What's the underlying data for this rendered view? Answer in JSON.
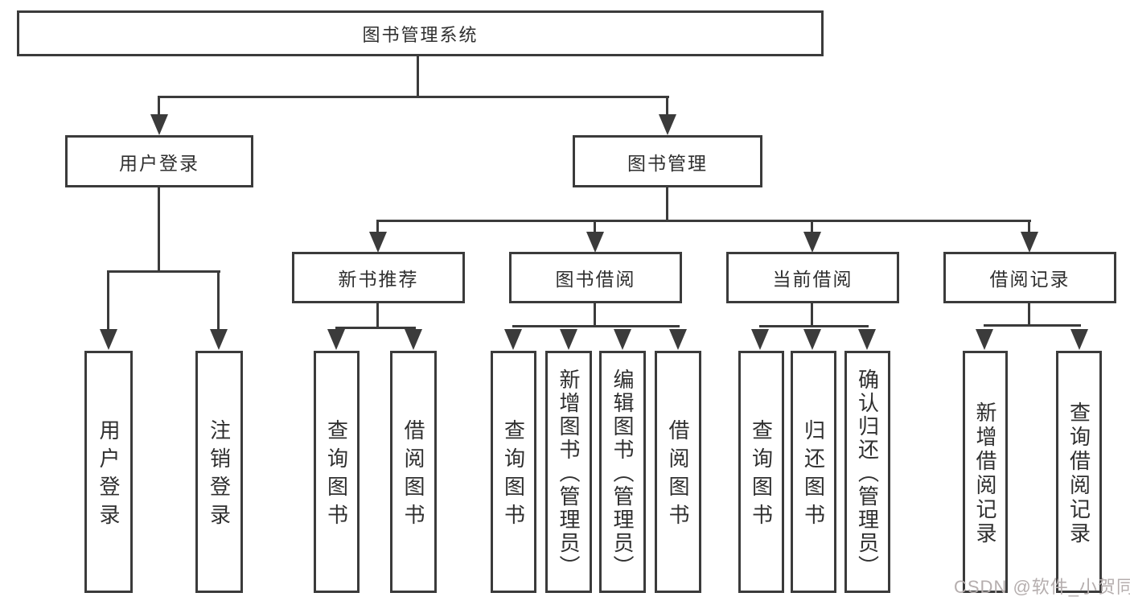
{
  "colors": {
    "line": "#3b3b3b",
    "text": "#2f2f2f",
    "watermark": "#b5aeae",
    "background": "#ffffff"
  },
  "tree": {
    "root": {
      "label": "图书管理系统"
    },
    "branches": [
      {
        "label": "用户登录",
        "leaves": [
          {
            "label": "用户登录"
          },
          {
            "label": "注销登录"
          }
        ]
      },
      {
        "label": "图书管理",
        "sections": [
          {
            "label": "新书推荐",
            "leaves": [
              {
                "label": "查询图书"
              },
              {
                "label": "借阅图书"
              }
            ]
          },
          {
            "label": "图书借阅",
            "leaves": [
              {
                "label": "查询图书"
              },
              {
                "label": "新增图书（管理员）"
              },
              {
                "label": "编辑图书（管理员）"
              },
              {
                "label": "借阅图书"
              }
            ]
          },
          {
            "label": "当前借阅",
            "leaves": [
              {
                "label": "查询图书"
              },
              {
                "label": "归还图书"
              },
              {
                "label": "确认归还（管理员）"
              }
            ]
          },
          {
            "label": "借阅记录",
            "leaves": [
              {
                "label": "新增借阅记录"
              },
              {
                "label": "查询借阅记录"
              }
            ]
          }
        ]
      }
    ]
  },
  "watermark": {
    "text": "CSDN @软件_小贺同学"
  }
}
